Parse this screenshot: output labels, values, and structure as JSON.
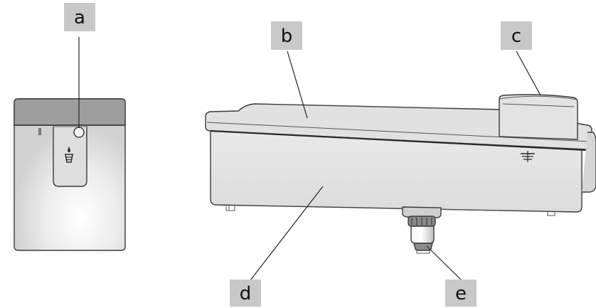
{
  "labels": {
    "a": "a",
    "b": "b",
    "c": "c",
    "d": "d",
    "e": "e"
  },
  "colors": {
    "label_box": "#c8c8c8",
    "panel_top": "#9e9e9e",
    "panel_body": "#d9d9d9",
    "tank_body": "#e6e6e6",
    "tank_lid": "#e1e1e1",
    "outline": "#3a3a3a"
  }
}
